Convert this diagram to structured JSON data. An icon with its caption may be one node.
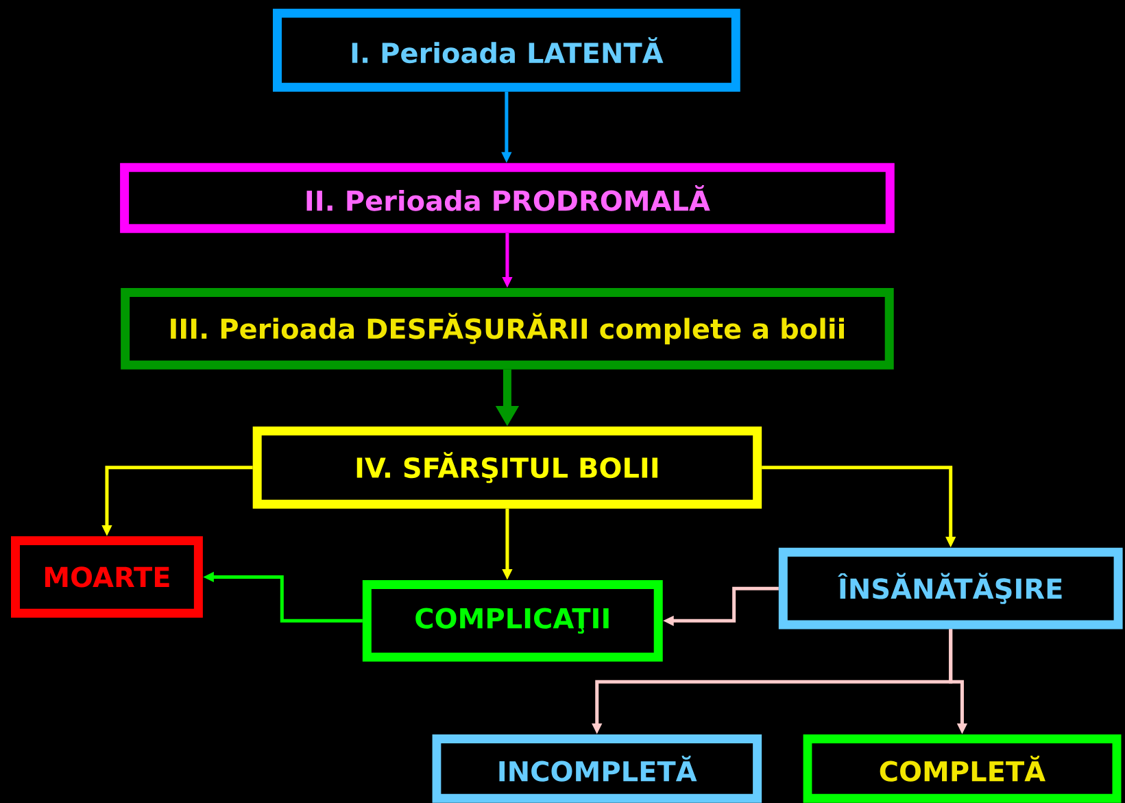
{
  "diagram": {
    "nodes": [
      {
        "text": [
          "I. Perioada LATENTĂ"
        ]
      },
      {
        "text": [
          "II. Perioada PRODROMALĂ"
        ]
      },
      {
        "text": [
          "III. Perioada DESFĂŞURĂRII complete a bolii"
        ]
      },
      {
        "text": [
          "IV. SFĂRŞITUL BOLII"
        ]
      },
      {
        "text": [
          "MOARTE"
        ]
      },
      {
        "text": [
          "COMPLICAŢII"
        ]
      },
      {
        "text": [
          "ÎNSĂNĂTĂŞIRE"
        ]
      },
      {
        "text": [
          "INCOMPLETĂ"
        ]
      },
      {
        "text": [
          "COMPLETĂ"
        ]
      }
    ],
    "edges": [
      {
        "from": 0,
        "to": 1,
        "arrow": "to",
        "color": "#00a0ff"
      },
      {
        "from": 1,
        "to": 2,
        "arrow": "to",
        "color": "#ff00ff"
      },
      {
        "from": 2,
        "to": 3,
        "arrow": "to",
        "style": "thick",
        "color": "#009900"
      },
      {
        "from": 3,
        "to": 4,
        "arrow": "to",
        "color": "#ffff00"
      },
      {
        "from": 3,
        "to": 5,
        "arrow": "to",
        "color": "#ffff00"
      },
      {
        "from": 3,
        "to": 6,
        "arrow": "to",
        "color": "#ffff00"
      },
      {
        "from": 5,
        "to": 4,
        "arrow": "to",
        "color": "#00ff00"
      },
      {
        "from": 6,
        "to": 5,
        "arrow": "to",
        "color": "#ffcccc"
      },
      {
        "from": 6,
        "to": 7,
        "arrow": "to",
        "color": "#ffcccc"
      },
      {
        "from": 6,
        "to": 8,
        "arrow": "to",
        "color": "#ffcccc"
      }
    ]
  }
}
